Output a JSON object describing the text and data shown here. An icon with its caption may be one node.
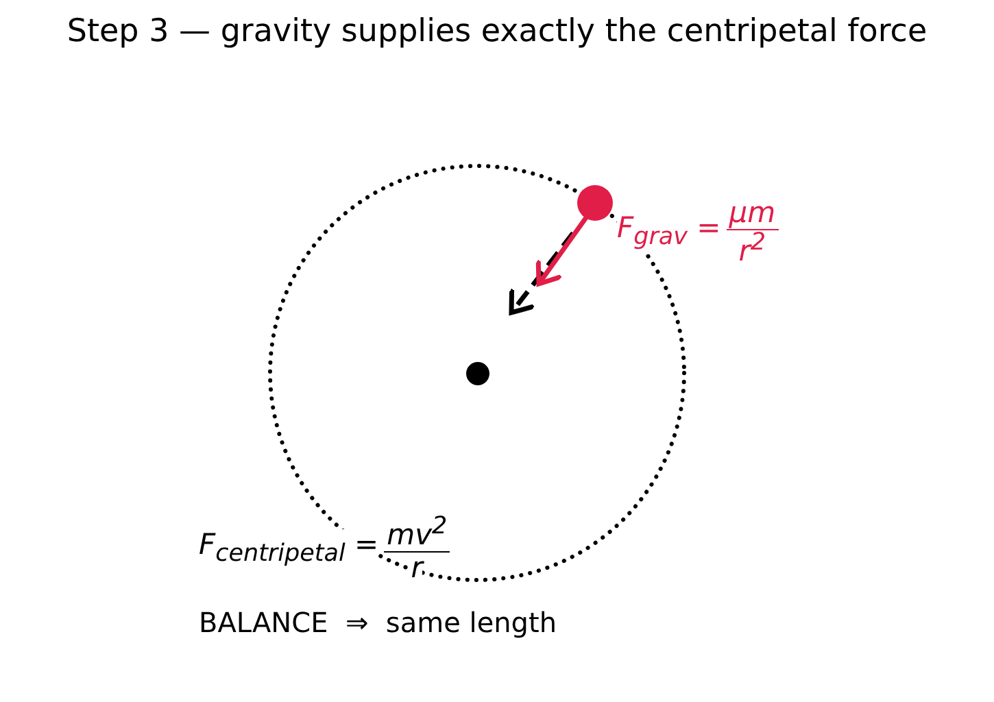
{
  "diagram": {
    "title": "Step 3 — gravity supplies exactly the centripetal force",
    "nodes": [
      {
        "text": [],
        "shape": "circle"
      },
      {
        "text": [],
        "shape": "circle"
      }
    ],
    "labels": [
      "F$_{grav}$ =",
      "μm",
      "r$^{2}$",
      "F$_{centripetal}$ =",
      "mv$^{2}$",
      "r",
      "BALANCE  ⇒  same length"
    ]
  }
}
